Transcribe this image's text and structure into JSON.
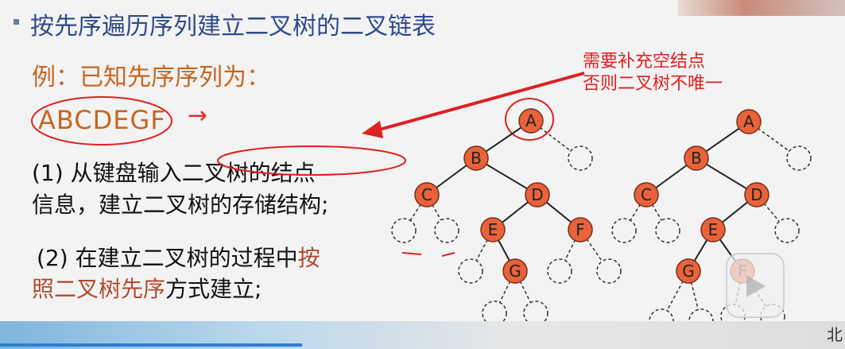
{
  "slide": {
    "title": "按先序遍历序列建立二叉树的二叉链表",
    "example": "例：已知先序序列为：",
    "sequence": "ABCDEGF",
    "sequence_arrow": "→",
    "step1_line1": "(1) 从键盘输入二叉树的结点",
    "step1_line2": "信息，建立二叉树的存储结构;",
    "step2_line1_prefix": "(2) 在建立二叉树的过程中",
    "step2_line1_highlight": "按",
    "step2_line2_highlight": "照二叉树先序",
    "step2_line2_suffix": "方式建立;",
    "note_line1": "需要补充空结点",
    "note_line2": "否则二叉树不唯一",
    "corner_mark": "北"
  },
  "tree1": {
    "nodes": [
      "A",
      "B",
      "C",
      "D",
      "E",
      "F",
      "G"
    ]
  },
  "tree2": {
    "nodes": [
      "A",
      "B",
      "C",
      "D",
      "E",
      "G",
      "F"
    ]
  },
  "colors": {
    "title": "#2f4a8a",
    "example": "#c7661f",
    "annotation": "#e02020",
    "node": "#e8623a"
  }
}
